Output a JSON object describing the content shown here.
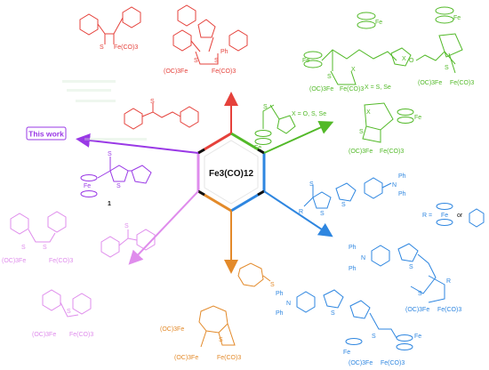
{
  "center": {
    "label": "Fe3(CO)12"
  },
  "this_work": {
    "label": "This work"
  },
  "colors": {
    "red": "#e5413b",
    "green": "#52b928",
    "blue": "#2e86e0",
    "orange": "#e38a2a",
    "pink": "#df8cec",
    "purple": "#9a39e6",
    "light_green": "#9bd57a",
    "light_red": "#f1a8a0",
    "light_blue": "#9bc8f0",
    "dark": "#111111"
  },
  "labels": {
    "red_fe": "Fe(CO)3",
    "red_s": "S",
    "red_ph": "Ph",
    "red_oc3fe": "(OC)3Fe",
    "red_fe_co3": "Fe(CO)3",
    "red_s1": "S",
    "red_s2": "S",
    "green_fe_top": "Fe",
    "green_fe_left": "Fe",
    "green_x": "X",
    "green_x2": "X",
    "green_s": "S",
    "green_oc3fe": "(OC)3Fe",
    "green_fe_co3": "Fe(CO)3",
    "green_x_eq": "X = S, Se",
    "green_fe_right": "Fe",
    "green_oc3fe2": "(OC)3Fe",
    "green_fe_co3_2": "Fe(CO)3",
    "green_s2": "S",
    "green_o": "O",
    "green_center_s": "S",
    "green_center_x": "X = O, S, Se",
    "green_center_fe": "Fe",
    "green_center_x2": "X",
    "green_center_fe2": "Fe",
    "green_center_oc3fe": "(OC)3Fe",
    "green_center_fe_co3": "Fe(CO)3",
    "green_center_s2": "S",
    "purple_s": "S",
    "purple_fe": "Fe",
    "purple_s2": "S",
    "purple_1": "1",
    "blue_s": "S",
    "blue_r": "R",
    "blue_s2": "S",
    "blue_s3": "S",
    "blue_n": "N",
    "blue_ph1": "Ph",
    "blue_ph2": "Ph",
    "blue_r_eq": "R =",
    "blue_fe": "Fe",
    "blue_or": "or",
    "blue2_ph1": "Ph",
    "blue2_n": "N",
    "blue2_ph2": "Ph",
    "blue2_s": "S",
    "blue2_s2": "S",
    "blue2_r": "R",
    "blue2_oc3fe": "(OC)3Fe",
    "blue2_fe_co3": "Fe(CO)3",
    "blue3_ph1": "Ph",
    "blue3_n": "N",
    "blue3_ph2": "Ph",
    "blue3_s": "S",
    "blue3_s2": "S",
    "blue3_fe": "Fe",
    "blue3_fe2": "Fe",
    "blue3_oc3fe": "(OC)3Fe",
    "blue3_fe_co3": "Fe(CO)3",
    "pink_s1": "S",
    "pink_s2": "S",
    "pink_oc3fe": "(OC)3Fe",
    "pink_fe_co3": "Fe(CO)3",
    "pink_s3": "S",
    "pink_s4": "S",
    "pink_oc3fe2": "(OC)3Fe",
    "pink_fe_co3_2": "Fe(CO)3",
    "orange_s": "S",
    "orange_oc3fe": "(OC)3Fe",
    "orange_s2": "S",
    "orange_oc3fe2": "(OC)3Fe",
    "orange_fe_co3": "Fe(CO)3",
    "red_mid_s": "S"
  }
}
